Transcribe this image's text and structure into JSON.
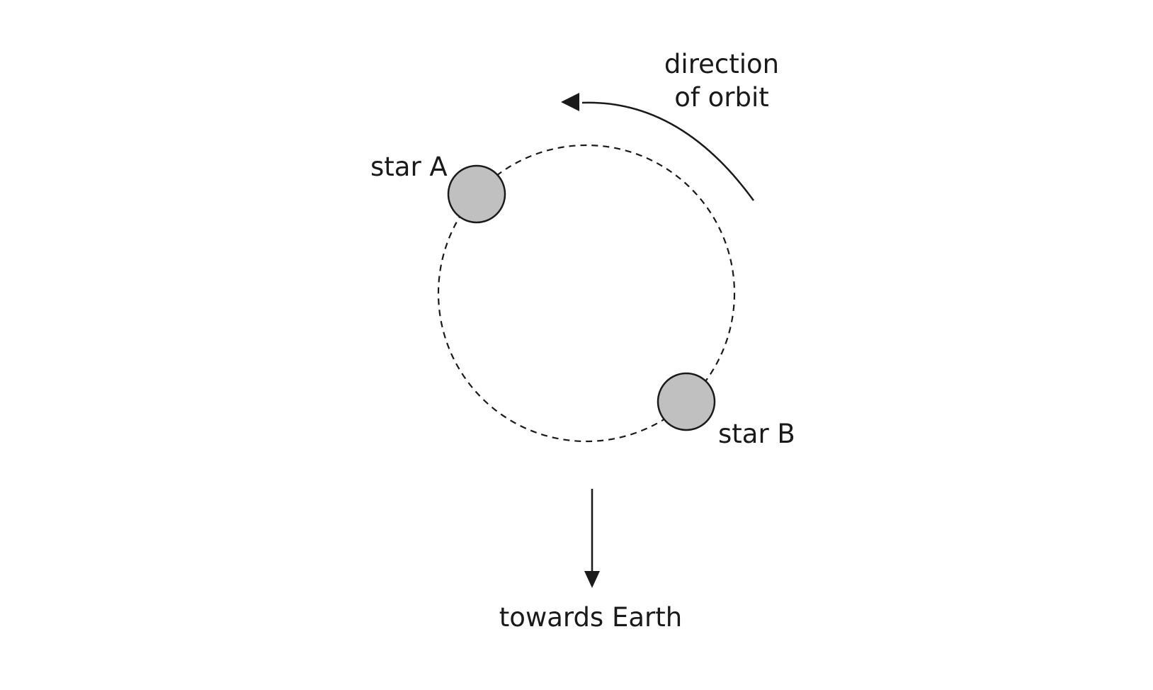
{
  "labels": {
    "orbit_direction_line1": "direction",
    "orbit_direction_line2": "of orbit",
    "star_a": "star A",
    "star_b": "star B",
    "earth": "towards Earth"
  },
  "colors": {
    "star_fill": "#c0c0c0",
    "stroke": "#1a1a1a",
    "background": "#ffffff"
  },
  "icons": {
    "orbit_arrow": "curved-arrow-icon",
    "earth_arrow": "down-arrow-icon"
  }
}
